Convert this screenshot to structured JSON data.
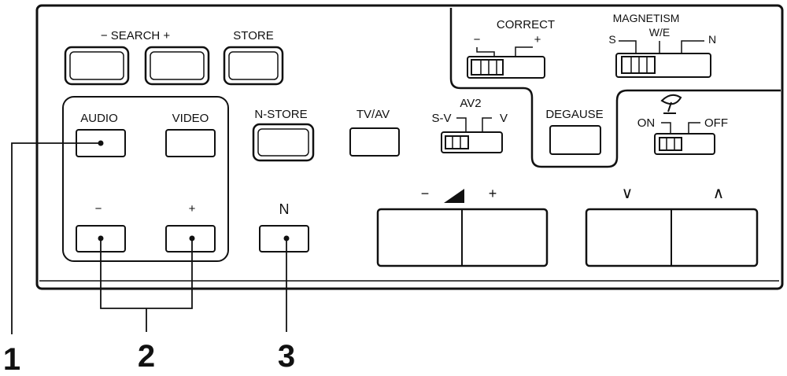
{
  "labels": {
    "search": "− SEARCH +",
    "store": "STORE",
    "correct": "CORRECT",
    "correct_minus": "−",
    "correct_plus": "+",
    "magnetism": "MAGNETISM",
    "mag_s": "S",
    "mag_we": "W/E",
    "mag_n": "N",
    "audio": "AUDIO",
    "video": "VIDEO",
    "n_store": "N-STORE",
    "tv_av": "TV/AV",
    "av2": "AV2",
    "av2_sv": "S-V",
    "av2_v": "V",
    "degause": "DEGAUSE",
    "on": "ON",
    "off": "OFF",
    "minus": "−",
    "plus": "+",
    "n": "N",
    "vol_minus": "−",
    "vol_plus": "+",
    "ch_down": "∨",
    "ch_up": "∧"
  },
  "callouts": [
    "1",
    "2",
    "3"
  ],
  "colors": {
    "ink": "#111111",
    "panel": "#ffffff"
  }
}
